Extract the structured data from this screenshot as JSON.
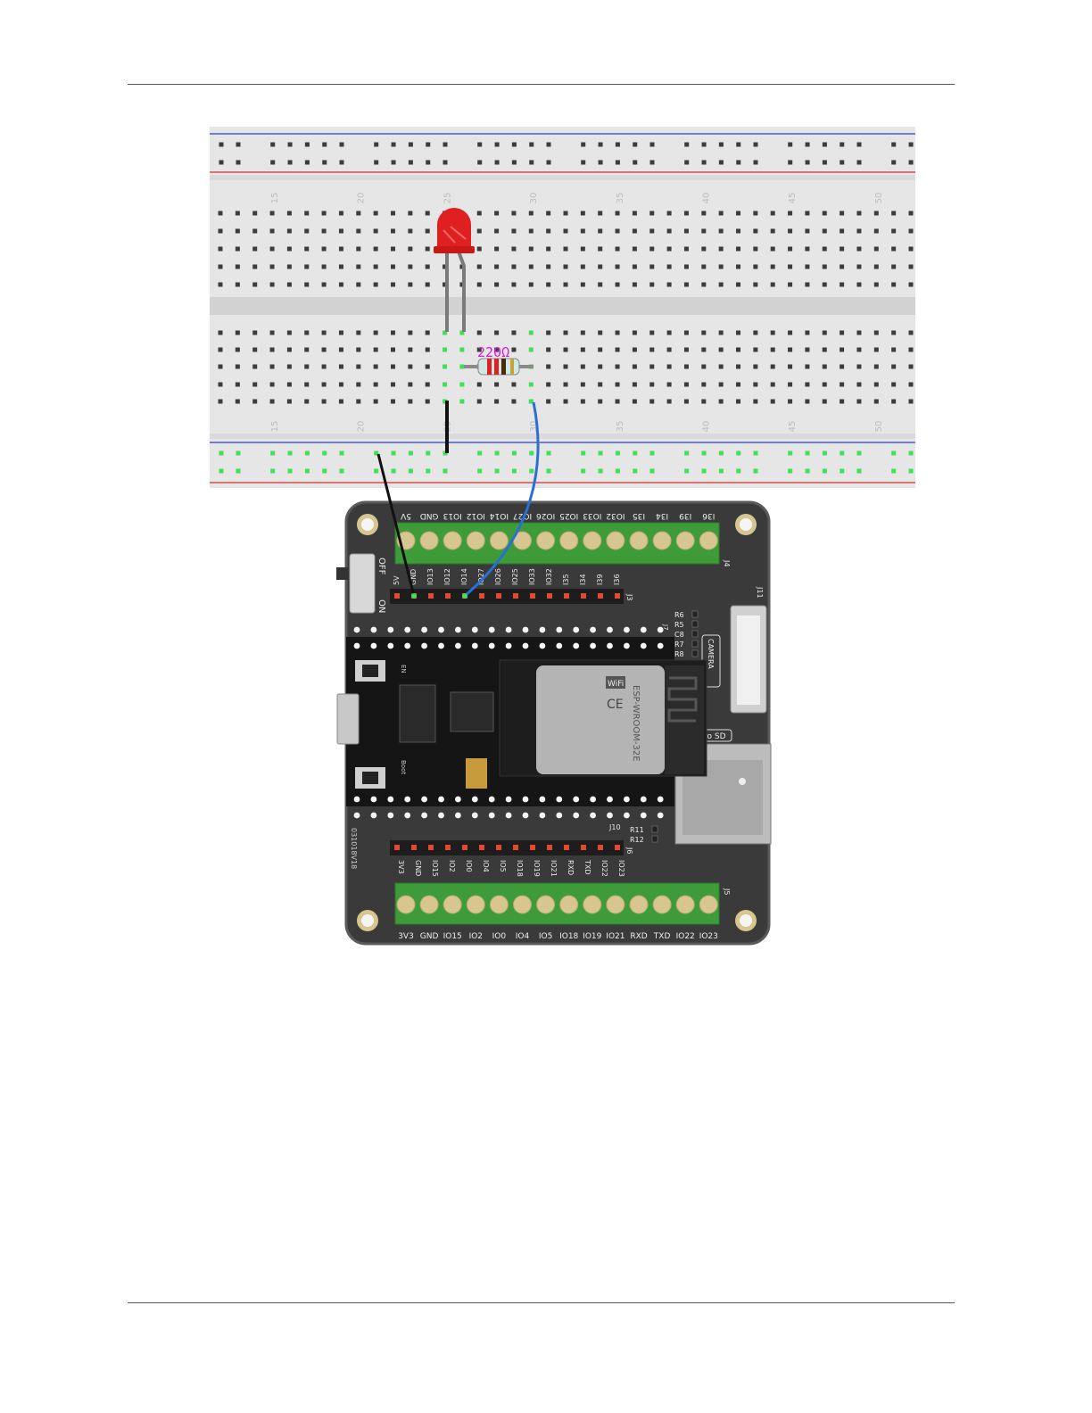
{
  "page": {
    "header_rule": true,
    "footer_rule": true
  },
  "breadboard": {
    "column_numbers": [
      "15",
      "20",
      "25",
      "30",
      "35",
      "40",
      "45",
      "50"
    ],
    "colors": {
      "board": "#e6e6e6",
      "hole": "#3c3c3c",
      "active_hole": "#3fe05a",
      "rail_blue": "#2a3fd4",
      "rail_red": "#d43030"
    }
  },
  "led": {
    "color": "#e02020",
    "icon": "red-led"
  },
  "resistor": {
    "label": "220Ω",
    "label_color": "#d21ed2"
  },
  "wires": {
    "ground": {
      "color": "#111111"
    },
    "signal": {
      "color": "#2a6fd6"
    },
    "jumper": {
      "color": "#111111"
    }
  },
  "expansion_board": {
    "power_switch": {
      "off_label": "OFF",
      "on_label": "ON"
    },
    "top_terminal": {
      "name": "J4",
      "labels": [
        "5V",
        "GND",
        "IO13",
        "IO12",
        "IO14",
        "IO27",
        "IO26",
        "IO25",
        "IO33",
        "IO32",
        "I35",
        "I34",
        "I39",
        "I36"
      ]
    },
    "top_header": {
      "name": "J3",
      "labels": [
        "5V",
        "GND",
        "IO13",
        "IO12",
        "IO14",
        "IO27",
        "IO26",
        "IO25",
        "IO33",
        "IO32",
        "I35",
        "I34",
        "I39",
        "I36"
      ]
    },
    "bottom_header": {
      "name": "J6",
      "labels": [
        "3V3",
        "GND",
        "IO15",
        "IO2",
        "IO0",
        "IO4",
        "IO5",
        "IO18",
        "IO19",
        "IO21",
        "RXD",
        "TXD",
        "IO22",
        "IO23"
      ]
    },
    "bottom_terminal": {
      "name": "J5",
      "labels": [
        "3V3",
        "GND",
        "IO15",
        "IO2",
        "IO0",
        "IO4",
        "IO5",
        "IO18",
        "IO19",
        "IO21",
        "RXD",
        "TXD",
        "IO22",
        "IO23"
      ]
    },
    "resistor_labels": [
      "R6",
      "R5",
      "C8",
      "R7",
      "R8"
    ],
    "lower_resistor_labels": [
      "R11",
      "R12"
    ],
    "j7": "J7",
    "j10": "J10",
    "j11": "J11",
    "camera_label": "CAMERA",
    "sd_label": "ro SD",
    "board_code": "031018V18",
    "en_label": "EN",
    "boot_label": "Boot"
  },
  "esp32_module": {
    "name": "ESP-WROOM-32E",
    "wifi_label": "WiFi",
    "ce_label": "CE"
  }
}
